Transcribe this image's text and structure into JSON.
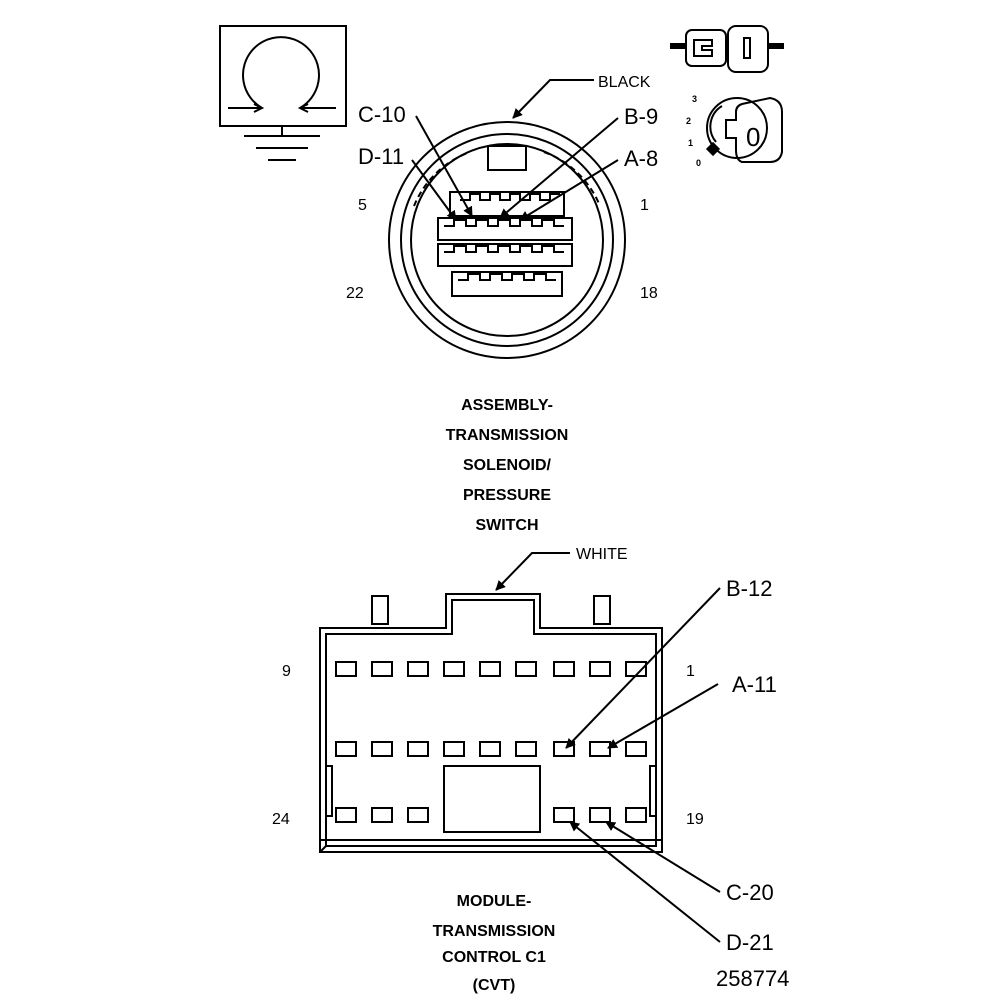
{
  "connector_top": {
    "color_label": "BLACK",
    "callouts": {
      "c10": "C-10",
      "d11": "D-11",
      "b9": "B-9",
      "a8": "A-8"
    },
    "pin_numbers": {
      "top_left": "5",
      "top_right": "1",
      "bottom_left": "22",
      "bottom_right": "18"
    },
    "title_lines": [
      "ASSEMBLY-",
      "TRANSMISSION",
      "SOLENOID/",
      "PRESSURE",
      "SWITCH"
    ]
  },
  "ignition_icon": {
    "key_position": "0",
    "scale": [
      "3",
      "2",
      "1",
      "0"
    ]
  },
  "connector_bottom": {
    "color_label": "WHITE",
    "callouts": {
      "b12": "B-12",
      "a11": "A-11",
      "c20": "C-20",
      "d21": "D-21"
    },
    "pin_numbers": {
      "top_left": "9",
      "top_right": "1",
      "bottom_left": "24",
      "bottom_right": "19"
    },
    "title_lines": [
      "MODULE-",
      "TRANSMISSION",
      "CONTROL C1",
      "(CVT)"
    ]
  },
  "figure_number": "258774"
}
